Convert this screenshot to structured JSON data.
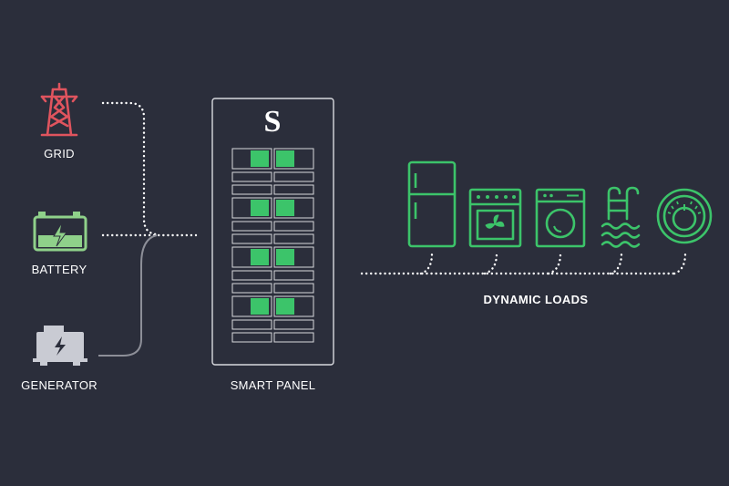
{
  "sources": {
    "grid_label": "GRID",
    "battery_label": "BATTERY",
    "generator_label": "GENERATOR"
  },
  "panel": {
    "logo": "S",
    "label": "SMART PANEL",
    "breaker_groups": 4
  },
  "loads": {
    "label": "DYNAMIC LOADS",
    "items": [
      "refrigerator-icon",
      "oven-icon",
      "washer-icon",
      "pool-icon",
      "thermostat-icon"
    ]
  },
  "colors": {
    "background": "#2b2e3b",
    "grid": "#e0545e",
    "battery": "#8fd18a",
    "generator": "#c9cbd3",
    "green": "#3cc46a",
    "line": "#ffffff",
    "outline": "#d8d9de"
  }
}
